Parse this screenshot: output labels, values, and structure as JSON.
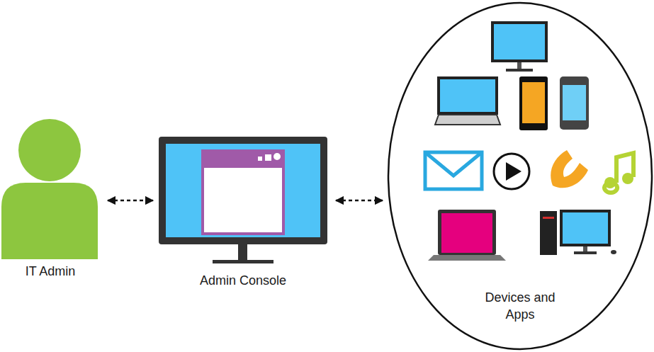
{
  "diagram": {
    "nodes": [
      {
        "text": [
          "IT Admin"
        ]
      },
      {
        "text": [
          "Admin Console"
        ]
      },
      {
        "text": [
          "Devices and Apps"
        ]
      }
    ],
    "edges": [
      {
        "from": 0,
        "to": 1,
        "arrow": "both"
      },
      {
        "from": 1,
        "to": 2,
        "arrow": "both"
      }
    ]
  }
}
